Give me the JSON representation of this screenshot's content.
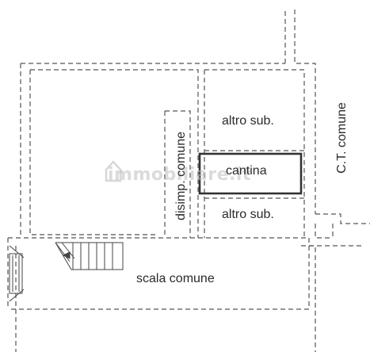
{
  "labels": {
    "altro_sub_top": "altro sub.",
    "cantina": "cantina",
    "altro_sub_bottom": "altro sub.",
    "disimp_comune": "disimp. comune",
    "ct_comune": "C.T. comune",
    "scala_comune": "scala comune"
  },
  "watermark": {
    "text": "immobiliare.it"
  },
  "colors": {
    "line": "#555555",
    "wall": "#333333",
    "watermark": "#bebebe"
  }
}
